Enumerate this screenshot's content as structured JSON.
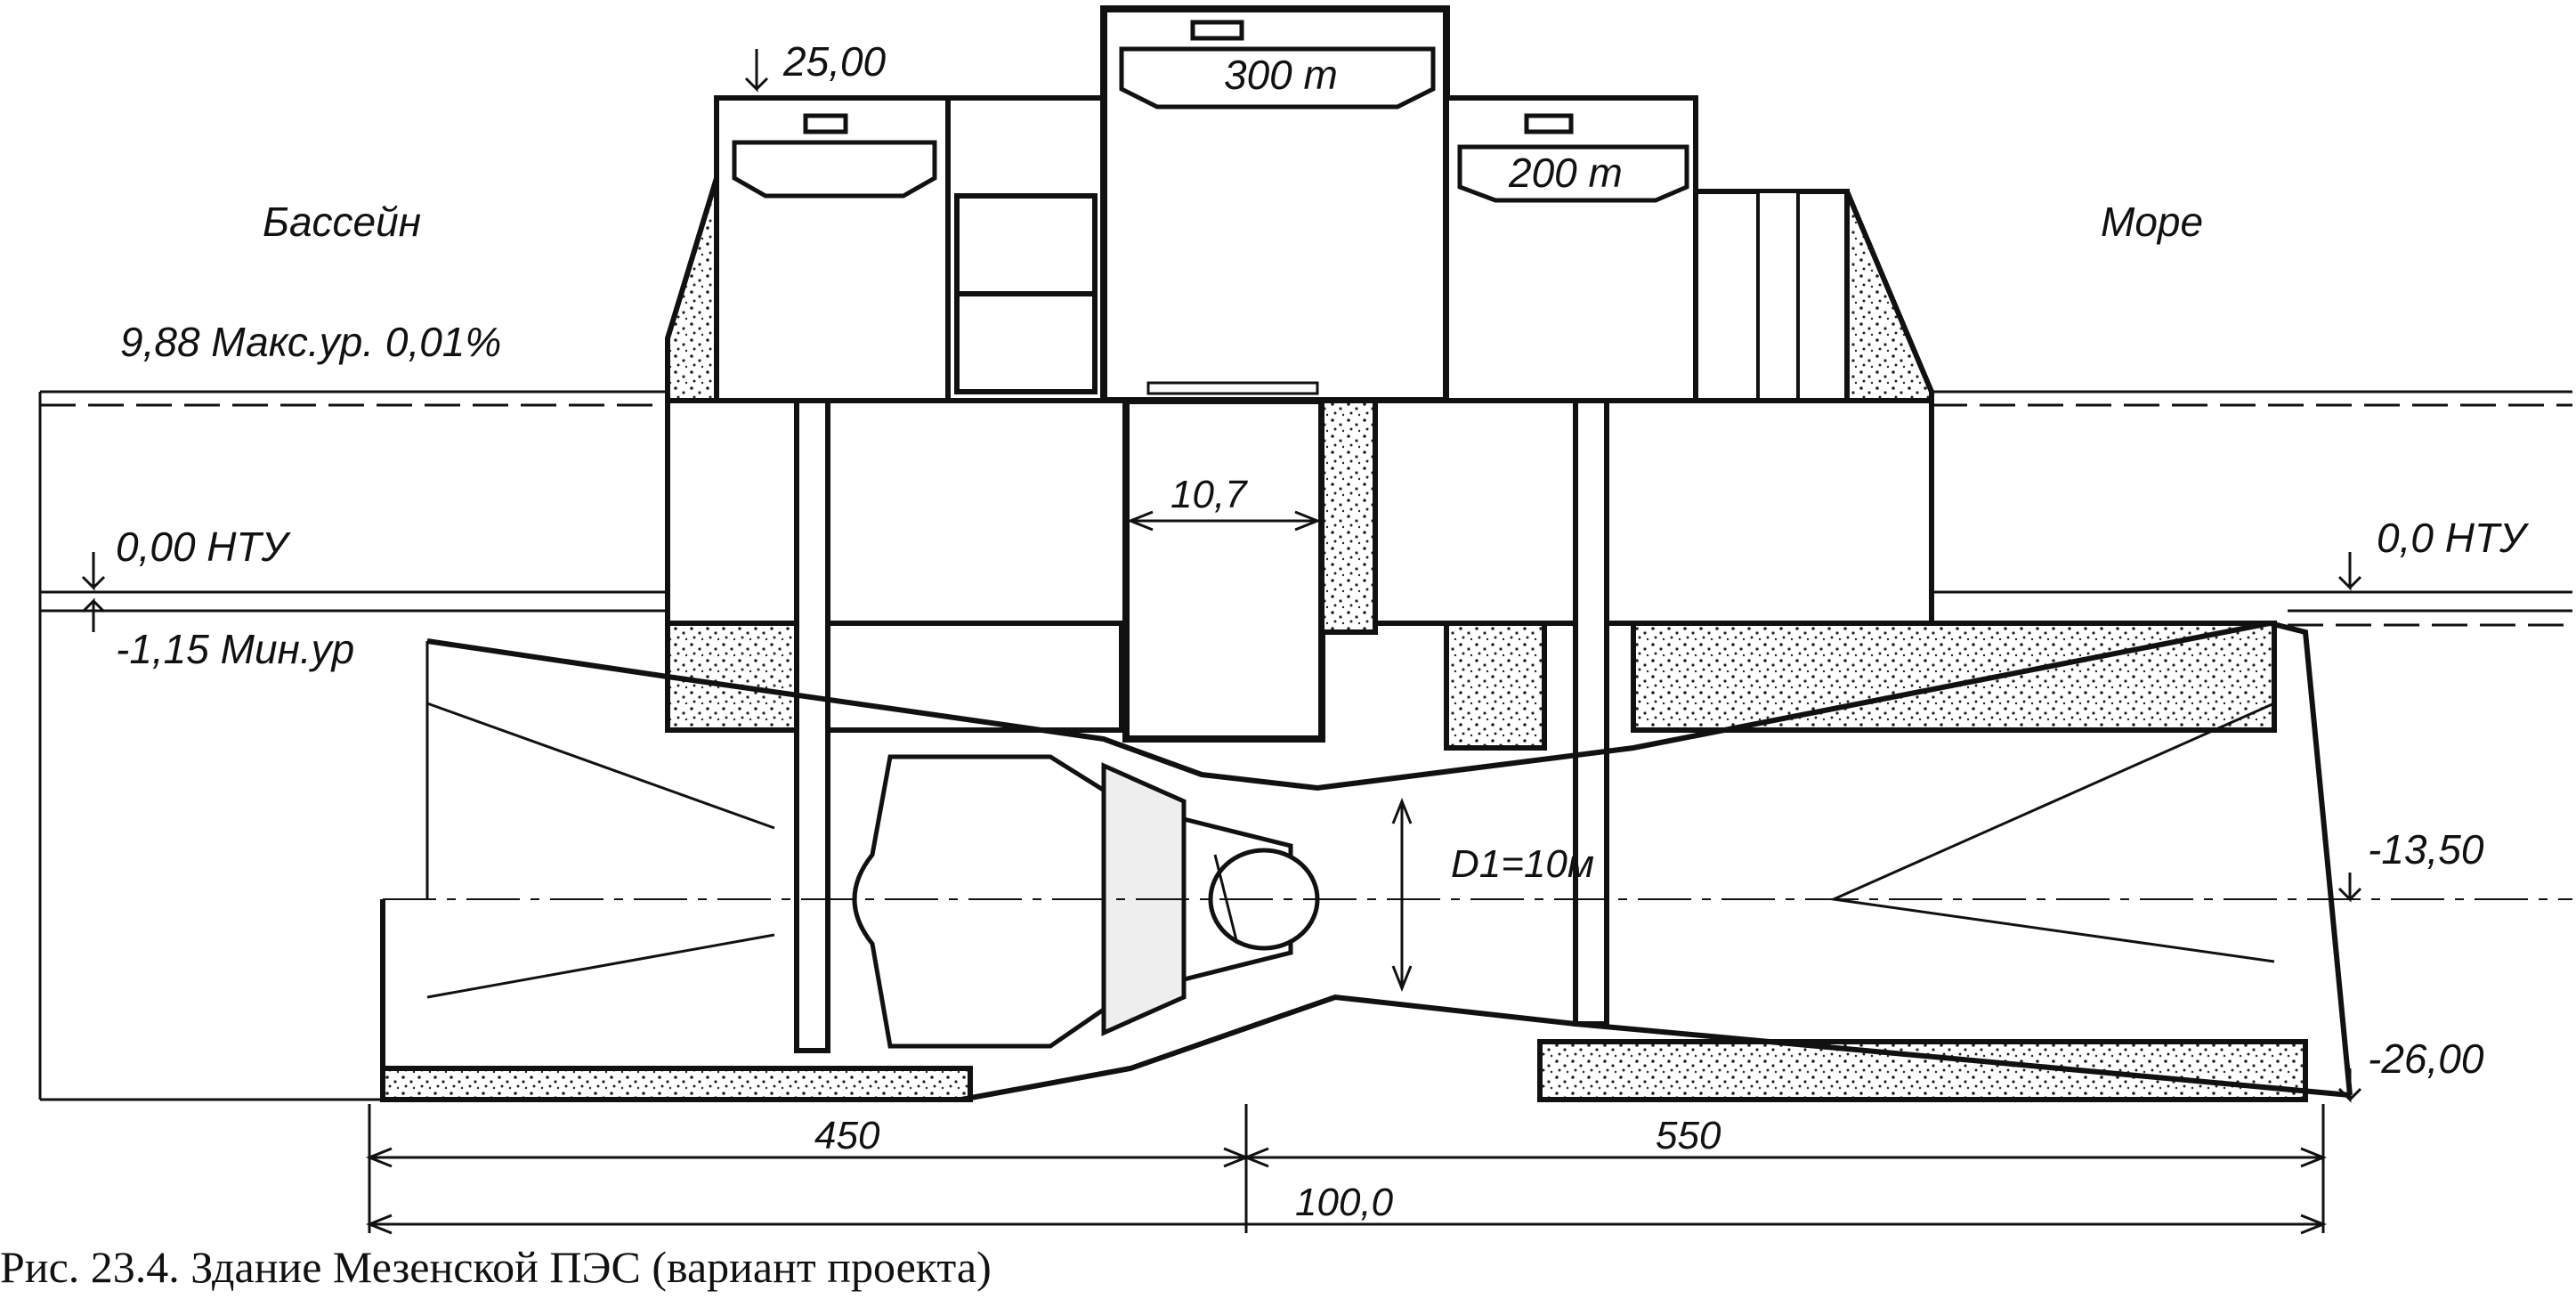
{
  "caption": "Рис. 23.4. Здание Мезенской ПЭС (вариант проекта)",
  "labels": {
    "basin": "Бассейн",
    "sea": "Море",
    "max_level": "9,88 Макс.ур. 0,01%",
    "ntu_left": "0,00 НТУ",
    "min_level": "-1,15 Мин.ур",
    "ntu_right": "0,0 НТУ",
    "top_elev": "25,00",
    "crane_main": "300 т",
    "crane_aux": "200 т",
    "shaft_width": "10,7",
    "runner_diam": "D1=10м",
    "axis_elev": "-13,50",
    "bottom_elev": "-26,00",
    "dim_left": "450",
    "dim_right": "550",
    "dim_total": "100,0"
  }
}
